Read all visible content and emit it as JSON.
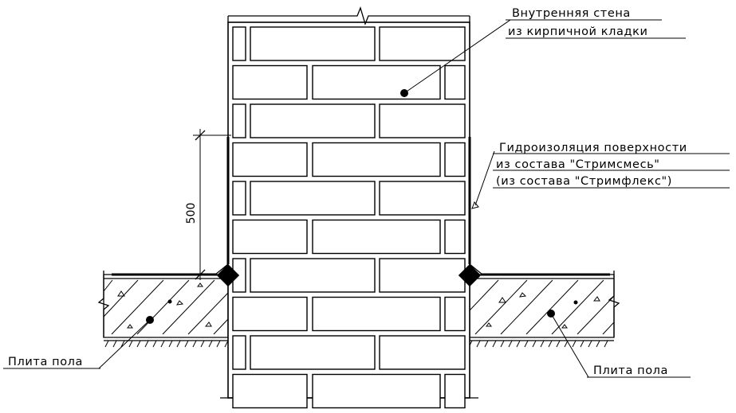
{
  "labels": {
    "wall_line1": "Внутренняя стена",
    "wall_line2": "из кирпичной кладки",
    "wp_line1": "Гидроизоляция поверхности",
    "wp_line2": "из состава \"Стримсмесь\"",
    "wp_line3": "(из состава \"Стримфлекс\")",
    "slab_left": "Плита пола",
    "slab_right": "Плита пола",
    "dimension": "500"
  }
}
